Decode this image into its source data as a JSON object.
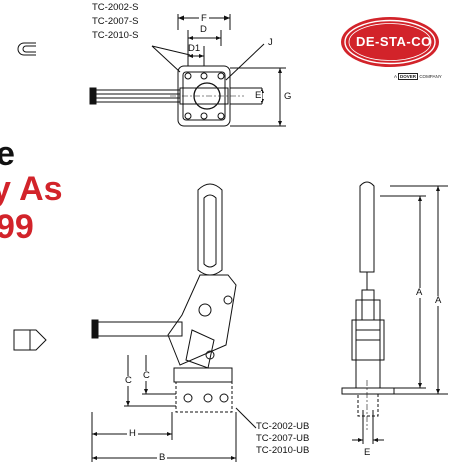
{
  "top_part_numbers": [
    "TC-2002-S",
    "TC-2007-S",
    "TC-2010-S"
  ],
  "bottom_part_numbers": [
    "TC-2002-UB",
    "TC-2007-UB",
    "TC-2010-UB"
  ],
  "dimension_labels": {
    "F": "F",
    "D": "D",
    "D1": "D1",
    "J": "J",
    "E": "E",
    "G": "G",
    "A": "A",
    "C": "C",
    "H": "H",
    "B": "B"
  },
  "side_text": {
    "line1": "e",
    "line2": "y As",
    "line3": "99"
  },
  "logo": {
    "text": "DE-STA-CO",
    "tagline_prefix": "A",
    "tagline_brand": "DOVER",
    "tagline_suffix": "COMPANY"
  },
  "colors": {
    "brand_red": "#d2232a",
    "ink": "#111111"
  }
}
